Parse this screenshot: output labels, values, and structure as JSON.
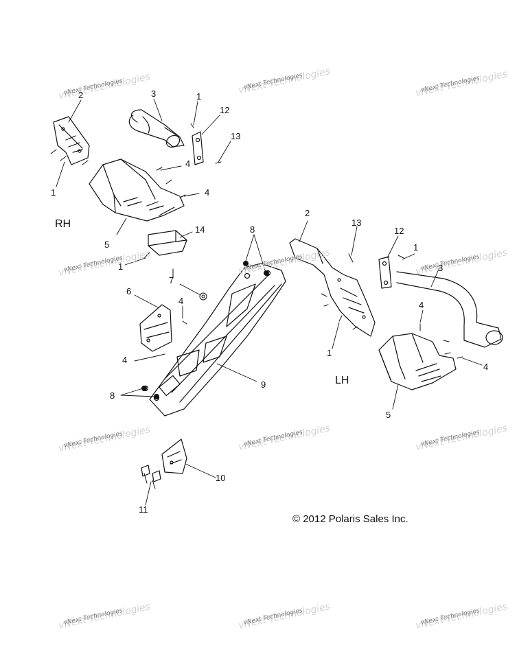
{
  "side_labels": {
    "rh": "RH",
    "lh": "LH"
  },
  "copyright": "© 2012 Polaris Sales Inc.",
  "watermark": "vNext Technologies",
  "callouts": [
    "2",
    "3",
    "1",
    "12",
    "13",
    "4",
    "4",
    "1",
    "RH",
    "5",
    "14",
    "1",
    "8",
    "7",
    "4",
    "6",
    "4",
    "8",
    "9",
    "2",
    "13",
    "12",
    "1",
    "3",
    "4",
    "1",
    "4",
    "5",
    "10",
    "11"
  ]
}
